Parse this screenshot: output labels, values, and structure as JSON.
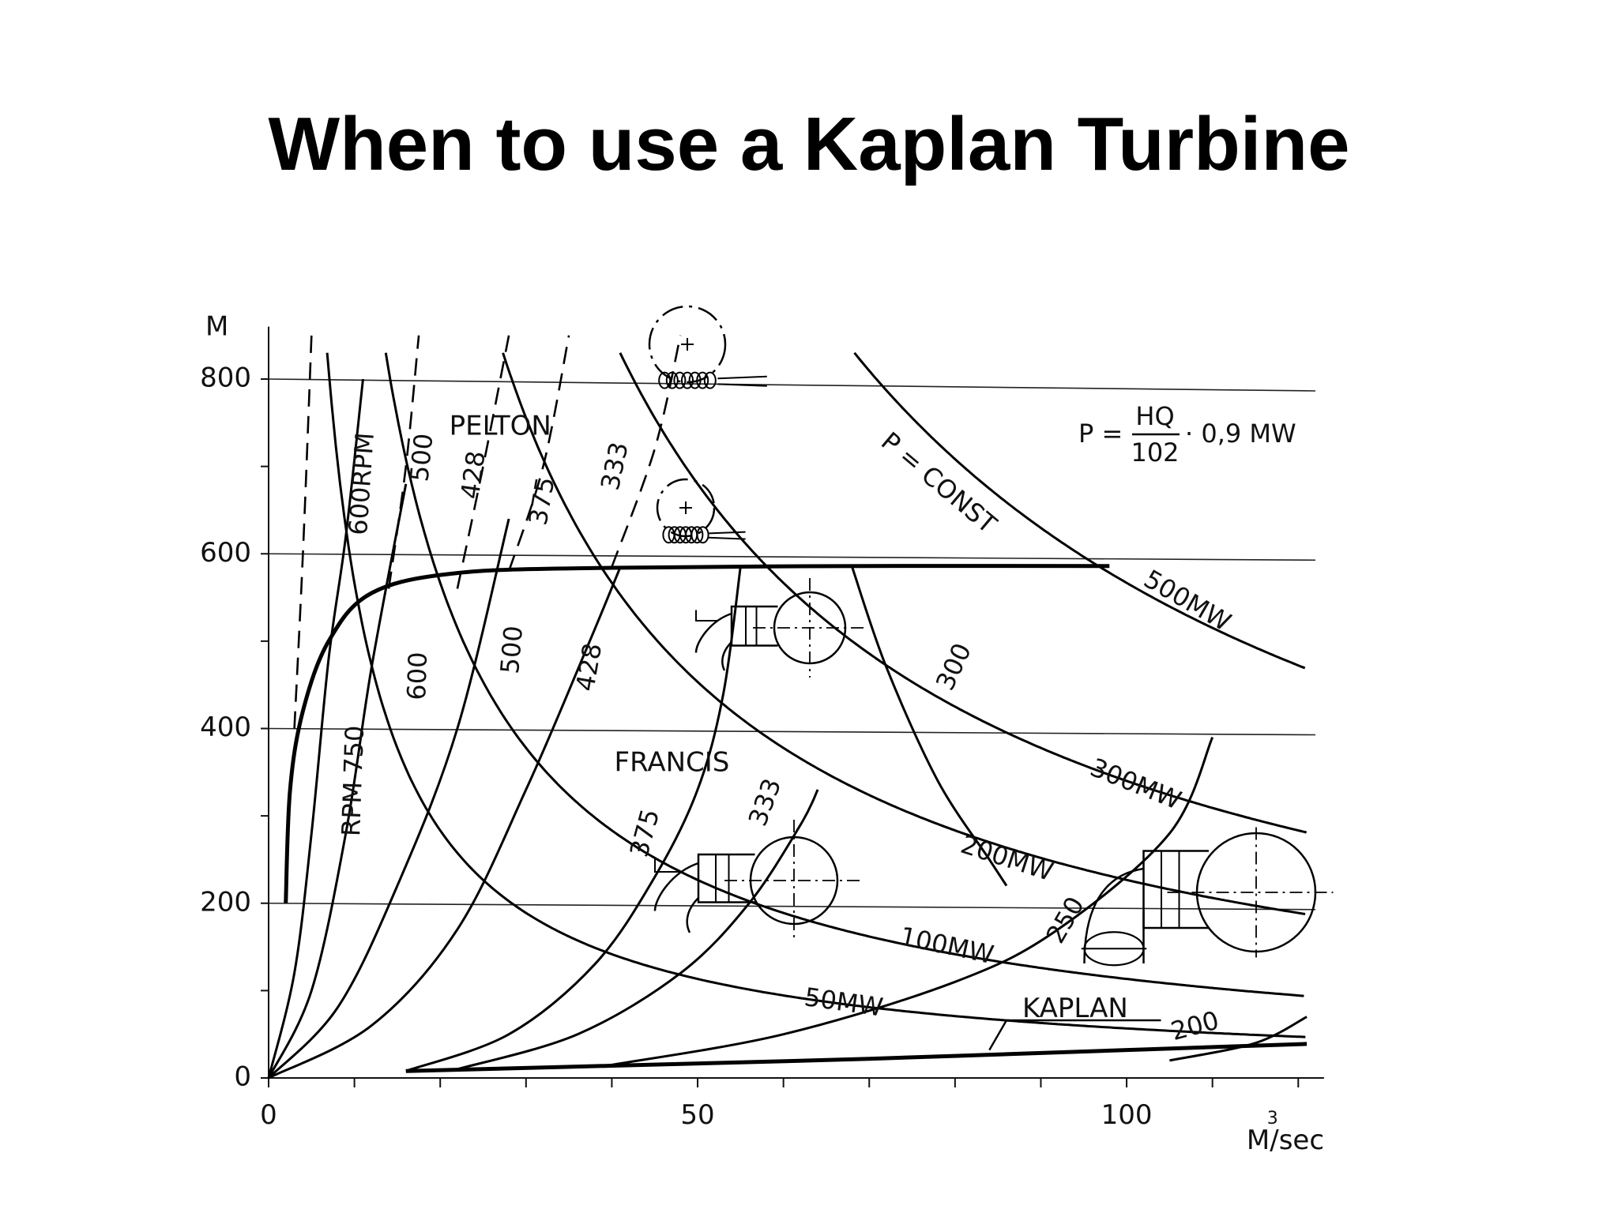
{
  "slide": {
    "title": "When to use a Kaplan Turbine"
  },
  "chart_data": {
    "type": "line",
    "title": "",
    "ylabel": "M",
    "xlabel": "M/sec",
    "xlabel_superscript": "3",
    "xlim": [
      0,
      123
    ],
    "ylim": [
      0,
      850
    ],
    "x_ticks": [
      "0",
      "50",
      "100"
    ],
    "x_tick_values": [
      0,
      50,
      100
    ],
    "y_ticks": [
      "0",
      "200",
      "400",
      "600",
      "800"
    ],
    "y_tick_values": [
      0,
      200,
      400,
      600,
      800
    ],
    "grid": true,
    "formula": {
      "lhs": "P =",
      "num": "HQ",
      "den": "102",
      "rhs": "· 0,9 MW"
    },
    "regions": [
      {
        "name": "PELTON",
        "x": 27,
        "y": 745
      },
      {
        "name": "FRANCIS",
        "x": 47,
        "y": 360
      },
      {
        "name": "KAPLAN",
        "x": 94,
        "y": 78
      }
    ],
    "boundaries": [
      {
        "name": "pelton-francis",
        "points": [
          [
            2,
            200
          ],
          [
            2.5,
            330
          ],
          [
            4,
            420
          ],
          [
            7,
            500
          ],
          [
            12,
            555
          ],
          [
            22,
            578
          ],
          [
            40,
            584
          ],
          [
            70,
            586
          ],
          [
            98,
            586
          ]
        ]
      },
      {
        "name": "kaplan",
        "points": [
          [
            16,
            8
          ],
          [
            40,
            14
          ],
          [
            70,
            22
          ],
          [
            100,
            32
          ],
          [
            121,
            39
          ]
        ]
      }
    ],
    "power_series": [
      {
        "label": "500MW",
        "power": 500,
        "label_x": 107,
        "label_y": 545,
        "label_rot": 30
      },
      {
        "label": "300MW",
        "power": 300,
        "label_x": 101,
        "label_y": 335,
        "label_rot": 22
      },
      {
        "label": "200MW",
        "power": 200,
        "label_x": 86,
        "label_y": 250,
        "label_rot": 18
      },
      {
        "label": "100MW",
        "power": 100,
        "label_x": 79,
        "label_y": 150,
        "label_rot": 12
      },
      {
        "label": "50MW",
        "power": 50,
        "label_x": 67,
        "label_y": 85,
        "label_rot": 8
      }
    ],
    "const_label": {
      "text": "P = CONST",
      "x": 78,
      "y": 680,
      "rot": 40
    },
    "francis_speed_lines": [
      {
        "label": "RPM 750",
        "points": [
          [
            0,
            0
          ],
          [
            3,
            120
          ],
          [
            5,
            280
          ],
          [
            7,
            480
          ],
          [
            9,
            620
          ],
          [
            11,
            800
          ]
        ],
        "label_x": 10,
        "label_y": 340,
        "label_rot": -88
      },
      {
        "label": "600",
        "points": [
          [
            0,
            0
          ],
          [
            5,
            100
          ],
          [
            9,
            280
          ],
          [
            12,
            470
          ],
          [
            16,
            680
          ]
        ],
        "label_x": 17.5,
        "label_y": 460,
        "label_rot": -88
      },
      {
        "label": "500",
        "points": [
          [
            0,
            0
          ],
          [
            8,
            80
          ],
          [
            15,
            220
          ],
          [
            22,
            400
          ],
          [
            28,
            640
          ]
        ],
        "label_x": 28.5,
        "label_y": 490,
        "label_rot": -85
      },
      {
        "label": "428",
        "points": [
          [
            0,
            0
          ],
          [
            12,
            60
          ],
          [
            22,
            170
          ],
          [
            30,
            330
          ],
          [
            37,
            490
          ],
          [
            41,
            585
          ]
        ],
        "label_x": 37.5,
        "label_y": 470,
        "label_rot": -80
      },
      {
        "label": "375",
        "points": [
          [
            16,
            8
          ],
          [
            28,
            50
          ],
          [
            38,
            130
          ],
          [
            45,
            230
          ],
          [
            50,
            330
          ],
          [
            53,
            440
          ],
          [
            55,
            585
          ]
        ],
        "label_x": 44,
        "label_y": 280,
        "label_rot": -75
      },
      {
        "label": "333",
        "points": [
          [
            22,
            10
          ],
          [
            36,
            50
          ],
          [
            48,
            120
          ],
          [
            56,
            200
          ],
          [
            62,
            290
          ],
          [
            64,
            330
          ]
        ],
        "label_x": 58,
        "label_y": 315,
        "label_rot": -70
      },
      {
        "label": "300",
        "points": [
          [
            68,
            585
          ],
          [
            72,
            470
          ],
          [
            78,
            340
          ],
          [
            84,
            250
          ],
          [
            86,
            220
          ]
        ],
        "label_x": 80,
        "label_y": 470,
        "label_rot": -65
      }
    ],
    "pelton_speed_lines": [
      {
        "label": "600RPM",
        "points": [
          [
            3,
            400
          ],
          [
            4,
            600
          ],
          [
            5,
            850
          ]
        ],
        "label_x": 11,
        "label_y": 680,
        "label_rot": -86
      },
      {
        "label": "500",
        "points": [
          [
            14,
            560
          ],
          [
            16,
            700
          ],
          [
            17.5,
            850
          ]
        ],
        "label_x": 18,
        "label_y": 710,
        "label_rot": -84
      },
      {
        "label": "428",
        "points": [
          [
            22,
            560
          ],
          [
            25,
            700
          ],
          [
            28,
            850
          ]
        ],
        "label_x": 24,
        "label_y": 690,
        "label_rot": -82
      },
      {
        "label": "375",
        "points": [
          [
            28,
            580
          ],
          [
            32,
            700
          ],
          [
            35,
            850
          ]
        ],
        "label_x": 32,
        "label_y": 660,
        "label_rot": -80
      },
      {
        "label": "333",
        "points": [
          [
            40,
            585
          ],
          [
            45,
            720
          ],
          [
            48,
            850
          ]
        ],
        "label_x": 40.5,
        "label_y": 700,
        "label_rot": -78
      }
    ],
    "kaplan_speed_lines": [
      {
        "label": "250",
        "points": [
          [
            40,
            15
          ],
          [
            60,
            50
          ],
          [
            80,
            110
          ],
          [
            92,
            170
          ],
          [
            105,
            280
          ],
          [
            110,
            390
          ]
        ],
        "label_x": 93,
        "label_y": 180,
        "label_rot": -60
      },
      {
        "label": "200",
        "points": [
          [
            105,
            20
          ],
          [
            115,
            40
          ],
          [
            121,
            70
          ]
        ],
        "label_x": 108,
        "label_y": 58,
        "label_rot": -15
      }
    ]
  }
}
